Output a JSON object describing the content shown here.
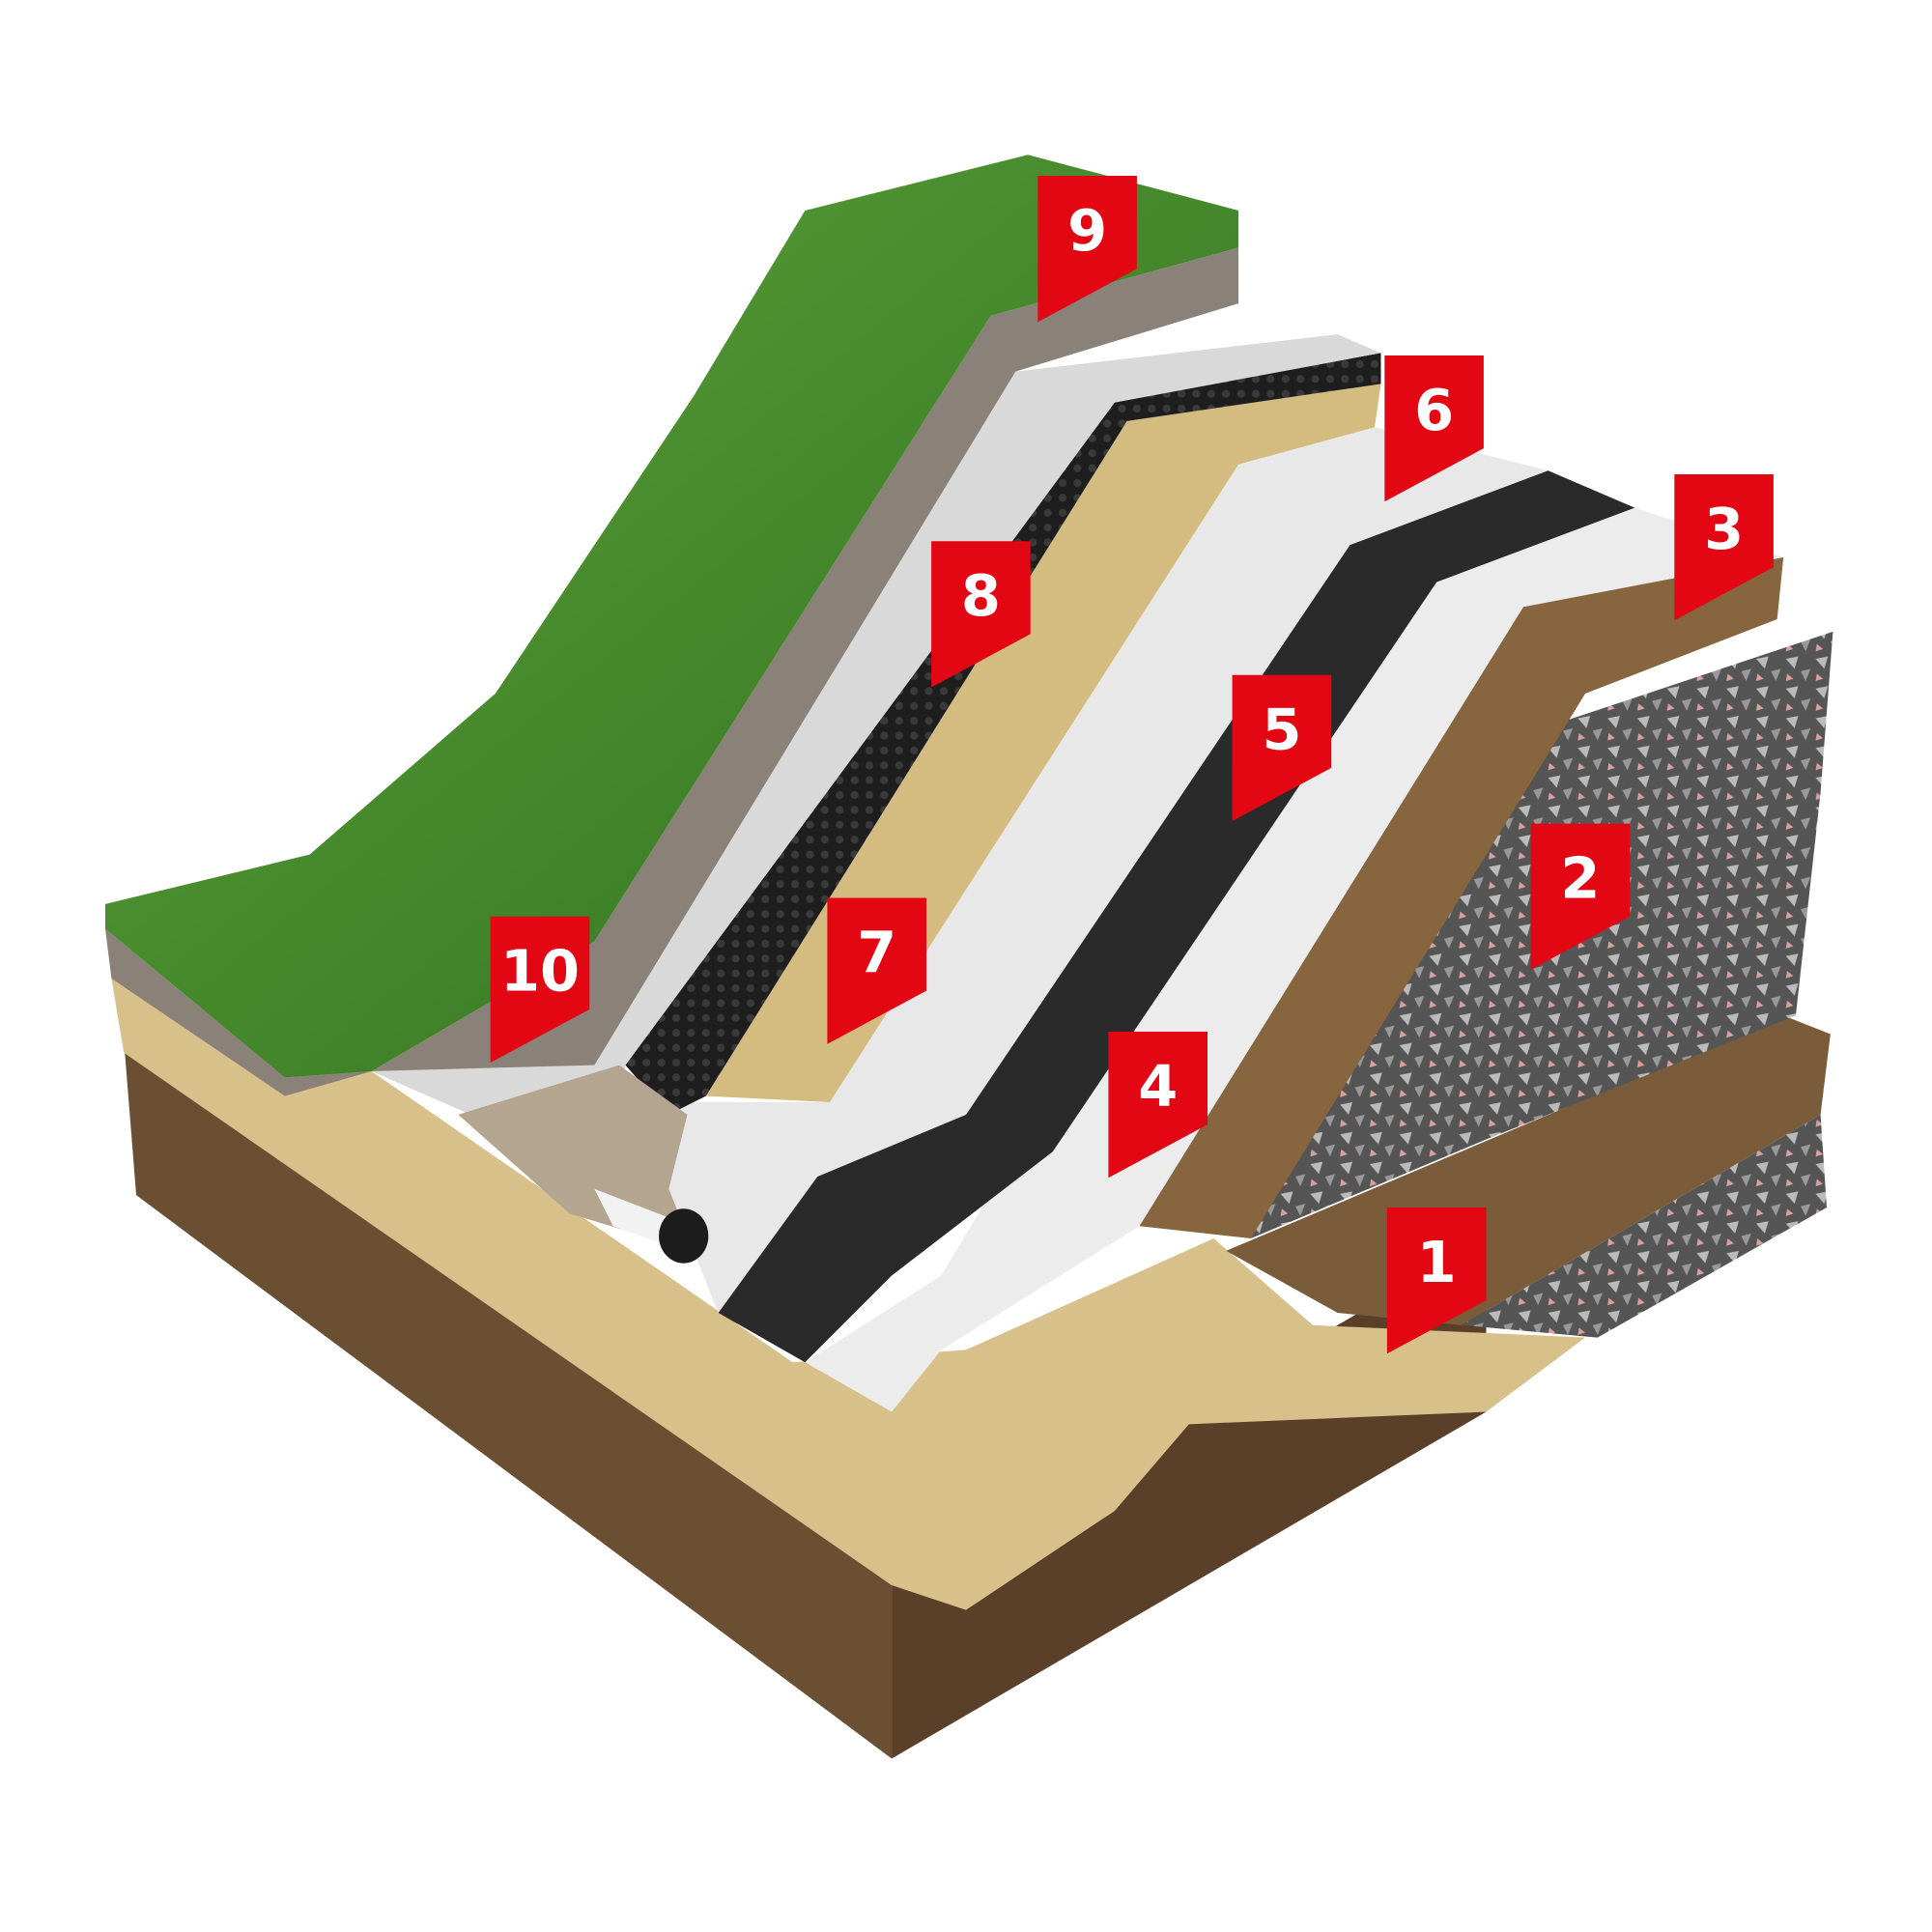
{
  "markers": [
    "1",
    "2",
    "3",
    "4",
    "5",
    "6",
    "7",
    "8",
    "9",
    "10"
  ],
  "colors": {
    "marker": "#e30613",
    "grass": "#3f8a2a",
    "soil": "#6b4f33",
    "sand": "#d8c08a",
    "geotextile": "#e6e6e6",
    "membrane": "#2a2a2a",
    "waste": "#6d6d6d",
    "topsoil": "#8a8178"
  }
}
